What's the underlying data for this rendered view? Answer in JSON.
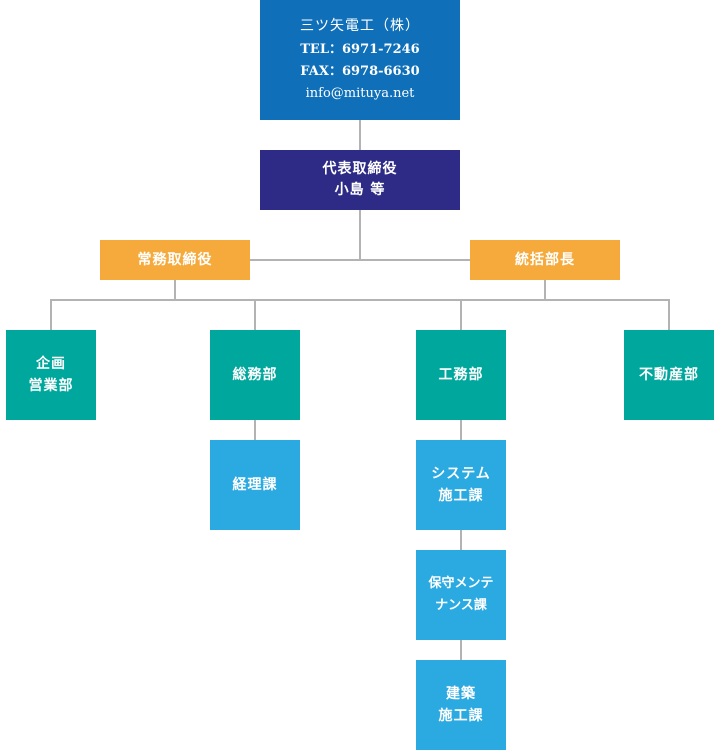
{
  "company": {
    "name": "三ツ矢電工（株）",
    "tel": "TEL：6971-7246",
    "fax": "FAX：6978-6630",
    "email": "info@mituya.net"
  },
  "representative": {
    "title": "代表取締役",
    "name": "小島 等"
  },
  "managing_director": {
    "title": "常務取締役"
  },
  "general_manager": {
    "title": "統括部長"
  },
  "departments": {
    "planning_sales": {
      "line1": "企画",
      "line2": "営業部"
    },
    "general_affairs": {
      "label": "総務部"
    },
    "engineering": {
      "label": "工務部"
    },
    "real_estate": {
      "label": "不動産部"
    }
  },
  "sections": {
    "accounting": {
      "label": "経理課"
    },
    "system_construction": {
      "line1": "システム",
      "line2": "施工課"
    },
    "maintenance": {
      "line1": "保守メンテ",
      "line2": "ナンス課"
    },
    "building_construction": {
      "line1": "建築",
      "line2": "施工課"
    }
  },
  "colors": {
    "company": "#0f6fb8",
    "representative": "#2e2b87",
    "executive": "#f5aa3b",
    "department": "#00a79d",
    "section": "#2ba9e1",
    "connector": "#b3b3b3"
  }
}
